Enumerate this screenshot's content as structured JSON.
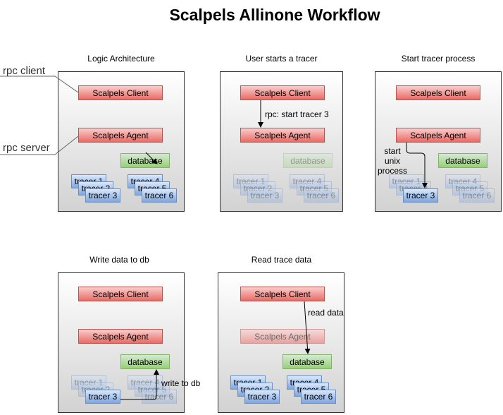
{
  "title": "Scalpels Allinone Workflow",
  "side_labels": {
    "rpc_client": "rpc client",
    "rpc_server": "rpc server"
  },
  "labels": {
    "client": "Scalpels Client",
    "agent": "Scalpels Agent",
    "database": "database",
    "tracer1": "tracer 1",
    "tracer2": "tracer 2",
    "tracer3": "tracer 3",
    "tracer4": "tracer 4",
    "tracer5": "tracer 5",
    "tracer6": "tracer 6"
  },
  "panels": [
    {
      "title": "Logic Architecture"
    },
    {
      "title": "User starts a tracer",
      "annotation": "rpc: start tracer 3"
    },
    {
      "title": "Start tracer process",
      "annotation_lines": [
        "start",
        "unix",
        "process"
      ]
    },
    {
      "title": "Write data to db",
      "annotation": "write to db"
    },
    {
      "title": "Read trace data",
      "annotation": "read data"
    }
  ]
}
